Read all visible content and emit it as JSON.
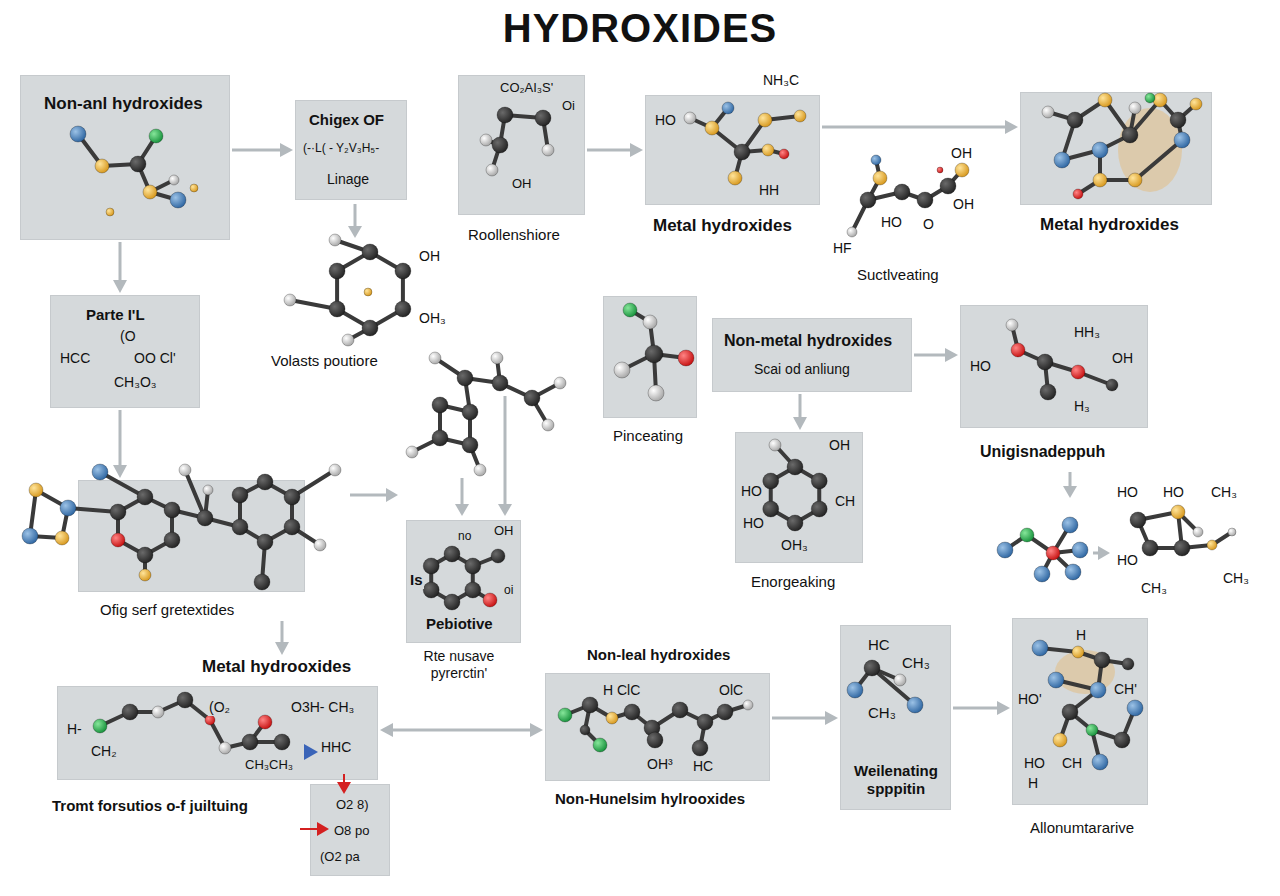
{
  "diagram": {
    "title": "HYDROXIDES",
    "nodes": [
      {
        "text": [
          "Non-anl hydroxides"
        ]
      },
      {
        "text": [
          "Chigex OF",
          "(-·L( - Y₂V₃H₅-",
          "Linage"
        ]
      },
      {
        "text": [
          "CO₂AI₃S'",
          "Oi",
          "OH",
          "Roollenshiore"
        ]
      },
      {
        "text": [
          "HO",
          "HH",
          "Metal hydroxides"
        ]
      },
      {
        "text": [
          "Metal hydroxides"
        ]
      },
      {
        "text": [
          "Parte I'L",
          "(O",
          "HCC",
          "OO Cl'",
          "CH₃O₃"
        ]
      },
      {
        "text": [
          "Pinceating"
        ]
      },
      {
        "text": [
          "Non-metal hydroxides",
          "Scai od anliung"
        ]
      },
      {
        "text": [
          "HH₃",
          "OH",
          "HO",
          "H₃",
          "Unigisnadeppuh"
        ]
      },
      {
        "text": [
          "OH",
          "HO",
          "CH",
          "HO",
          "OH₃",
          "Enorgeaking"
        ]
      },
      {
        "text": [
          "Ofig serf gretextides"
        ]
      },
      {
        "text": [
          "no",
          "Is",
          "OH",
          "oi",
          "Pebiotive"
        ]
      },
      {
        "text": [
          "Metal hydrooxides",
          "H-",
          "CH₂",
          "(O₂",
          "O3H- CH₃",
          "CH₃CH₃",
          "HHC",
          "Tromt forsutios o-f juiltuing"
        ]
      },
      {
        "text": [
          "O2 8)",
          "O8 po",
          "(O2 pa"
        ]
      },
      {
        "text": [
          "Non-leal hydroxides",
          "H ClC",
          "OlC",
          "OH³",
          "HC",
          "Non-Hunelsim hylrooxides"
        ]
      },
      {
        "text": [
          "HC",
          "CH₃",
          "CH₃",
          "Weilenating spppitin"
        ]
      },
      {
        "text": [
          "H",
          "HO'",
          "CH'",
          "HO",
          "CH",
          "H",
          "Allonumtararive"
        ]
      }
    ],
    "edges": [
      {
        "from": 0,
        "to": 1,
        "arrow": "to"
      },
      {
        "from": 2,
        "to": 3,
        "arrow": "to"
      },
      {
        "from": 3,
        "to": 4,
        "arrow": "to"
      },
      {
        "from": 0,
        "to": 5,
        "arrow": "to"
      },
      {
        "from": 5,
        "to": 10,
        "arrow": "to"
      },
      {
        "from": 10,
        "to": 12,
        "arrow": "to"
      },
      {
        "from": 7,
        "to": 8,
        "arrow": "to"
      },
      {
        "from": 7,
        "to": 9,
        "arrow": "to"
      },
      {
        "from": 12,
        "to": 14,
        "arrow": "both"
      },
      {
        "from": 14,
        "to": 15,
        "arrow": "to"
      },
      {
        "from": 15,
        "to": 16,
        "arrow": "to"
      }
    ],
    "labels": [
      "NH₃C",
      "OH",
      "OH",
      "HF",
      "HO",
      "O",
      "Suctlveating",
      "OH",
      "OH₃",
      "Volasts poutiore",
      "Rte nusave pyrerctin'",
      "HO",
      "HO",
      "CH₃",
      "HO",
      "CH₃",
      "CH₃"
    ]
  }
}
